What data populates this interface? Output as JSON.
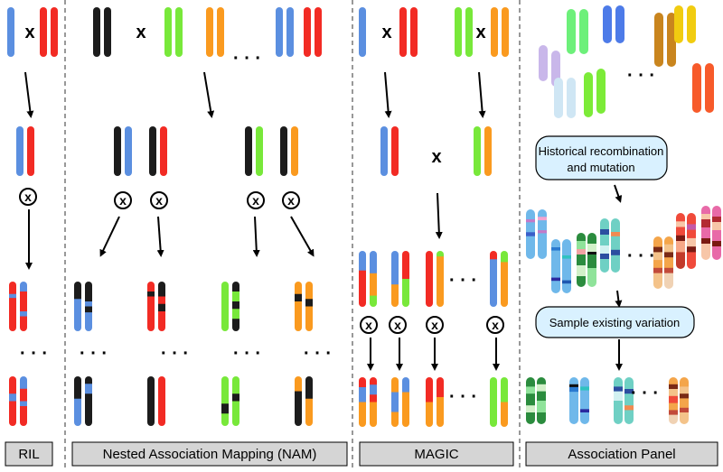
{
  "panels": {
    "ril": {
      "label": "RIL"
    },
    "nam": {
      "label": "Nested Association Mapping (NAM)"
    },
    "magic": {
      "label": "MAGIC"
    },
    "assoc": {
      "label": "Association Panel",
      "note1": [
        "Historical recombination",
        "and mutation"
      ],
      "note2": "Sample existing variation"
    }
  },
  "symbols": {
    "cross": "x",
    "self": "x",
    "ellipsis": "· · ·"
  },
  "colors": {
    "blue": "#5b8fe0",
    "red": "#f22b24",
    "black": "#1c1c1c",
    "green": "#78e83a",
    "orange": "#fa9a1f",
    "label_bg": "#d5d5d5",
    "callout_bg": "#d9f1ff",
    "divider": "#555555"
  },
  "icons": [
    "cross-icon",
    "self-fertilization-icon",
    "arrow-icon",
    "chromosome-icon",
    "ellipsis-icon"
  ]
}
